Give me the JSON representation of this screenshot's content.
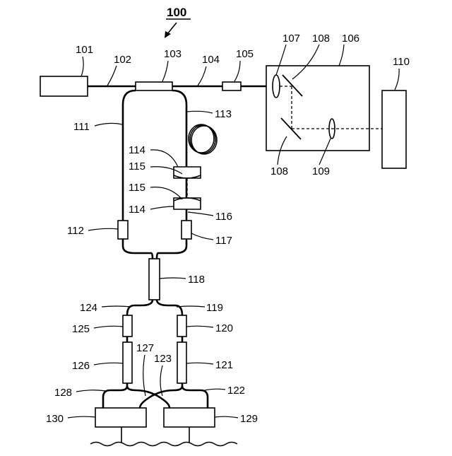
{
  "figure": {
    "title": "100",
    "labels": {
      "l101": "101",
      "l102": "102",
      "l103": "103",
      "l104": "104",
      "l105": "105",
      "l106": "106",
      "l107": "107",
      "l108a": "108",
      "l108b": "108",
      "l109": "109",
      "l110": "110",
      "l111": "111",
      "l112": "112",
      "l113": "113",
      "l114a": "114",
      "l114b": "114",
      "l115a": "115",
      "l115b": "115",
      "l116": "116",
      "l117": "117",
      "l118": "118",
      "l119": "119",
      "l120": "120",
      "l121": "121",
      "l122": "122",
      "l123": "123",
      "l124": "124",
      "l125": "125",
      "l126": "126",
      "l127": "127",
      "l128": "128",
      "l129": "129",
      "l130": "130"
    }
  }
}
